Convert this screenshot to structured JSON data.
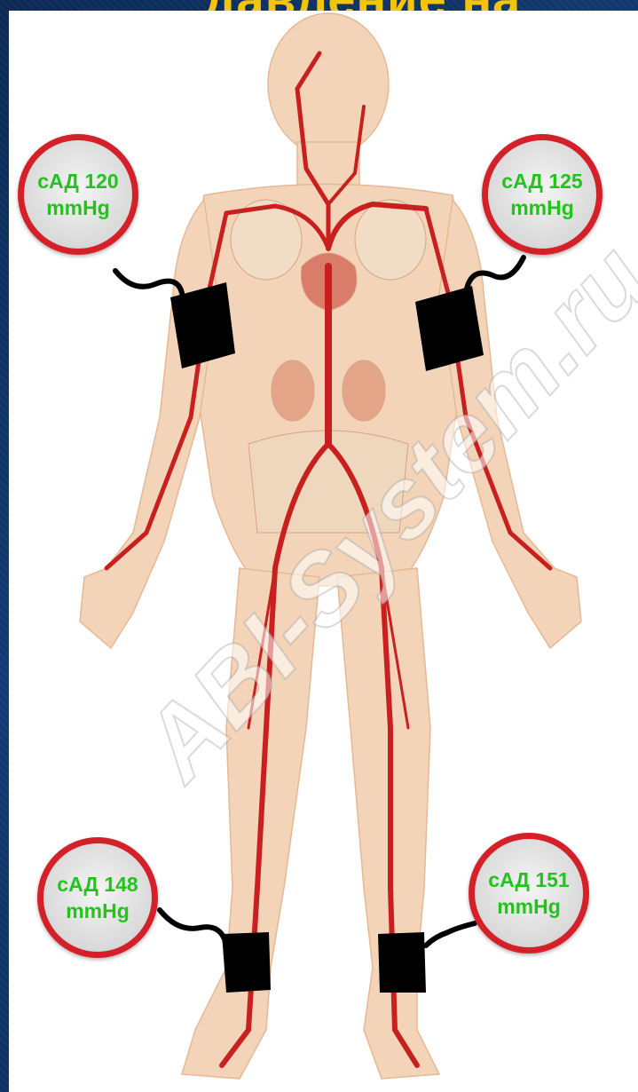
{
  "slide": {
    "title_fragment": "давление на"
  },
  "watermark": "ABI-System.ru",
  "colors": {
    "background": "#0f3468",
    "title": "#f2c40c",
    "gauge_ring": "#d42028",
    "gauge_text": "#25c21f",
    "cuff": "#000000",
    "artery": "#c8201f",
    "skin": "#f3d4b9"
  },
  "measurements": [
    {
      "site": "right arm",
      "label": "сАД 120",
      "unit": "mmHg",
      "value": 120
    },
    {
      "site": "left arm",
      "label": "сАД 125",
      "unit": "mmHg",
      "value": 125
    },
    {
      "site": "right ankle",
      "label": "сАД 148",
      "unit": "mmHg",
      "value": 148
    },
    {
      "site": "left ankle",
      "label": "сАД 151",
      "unit": "mmHg",
      "value": 151
    }
  ]
}
